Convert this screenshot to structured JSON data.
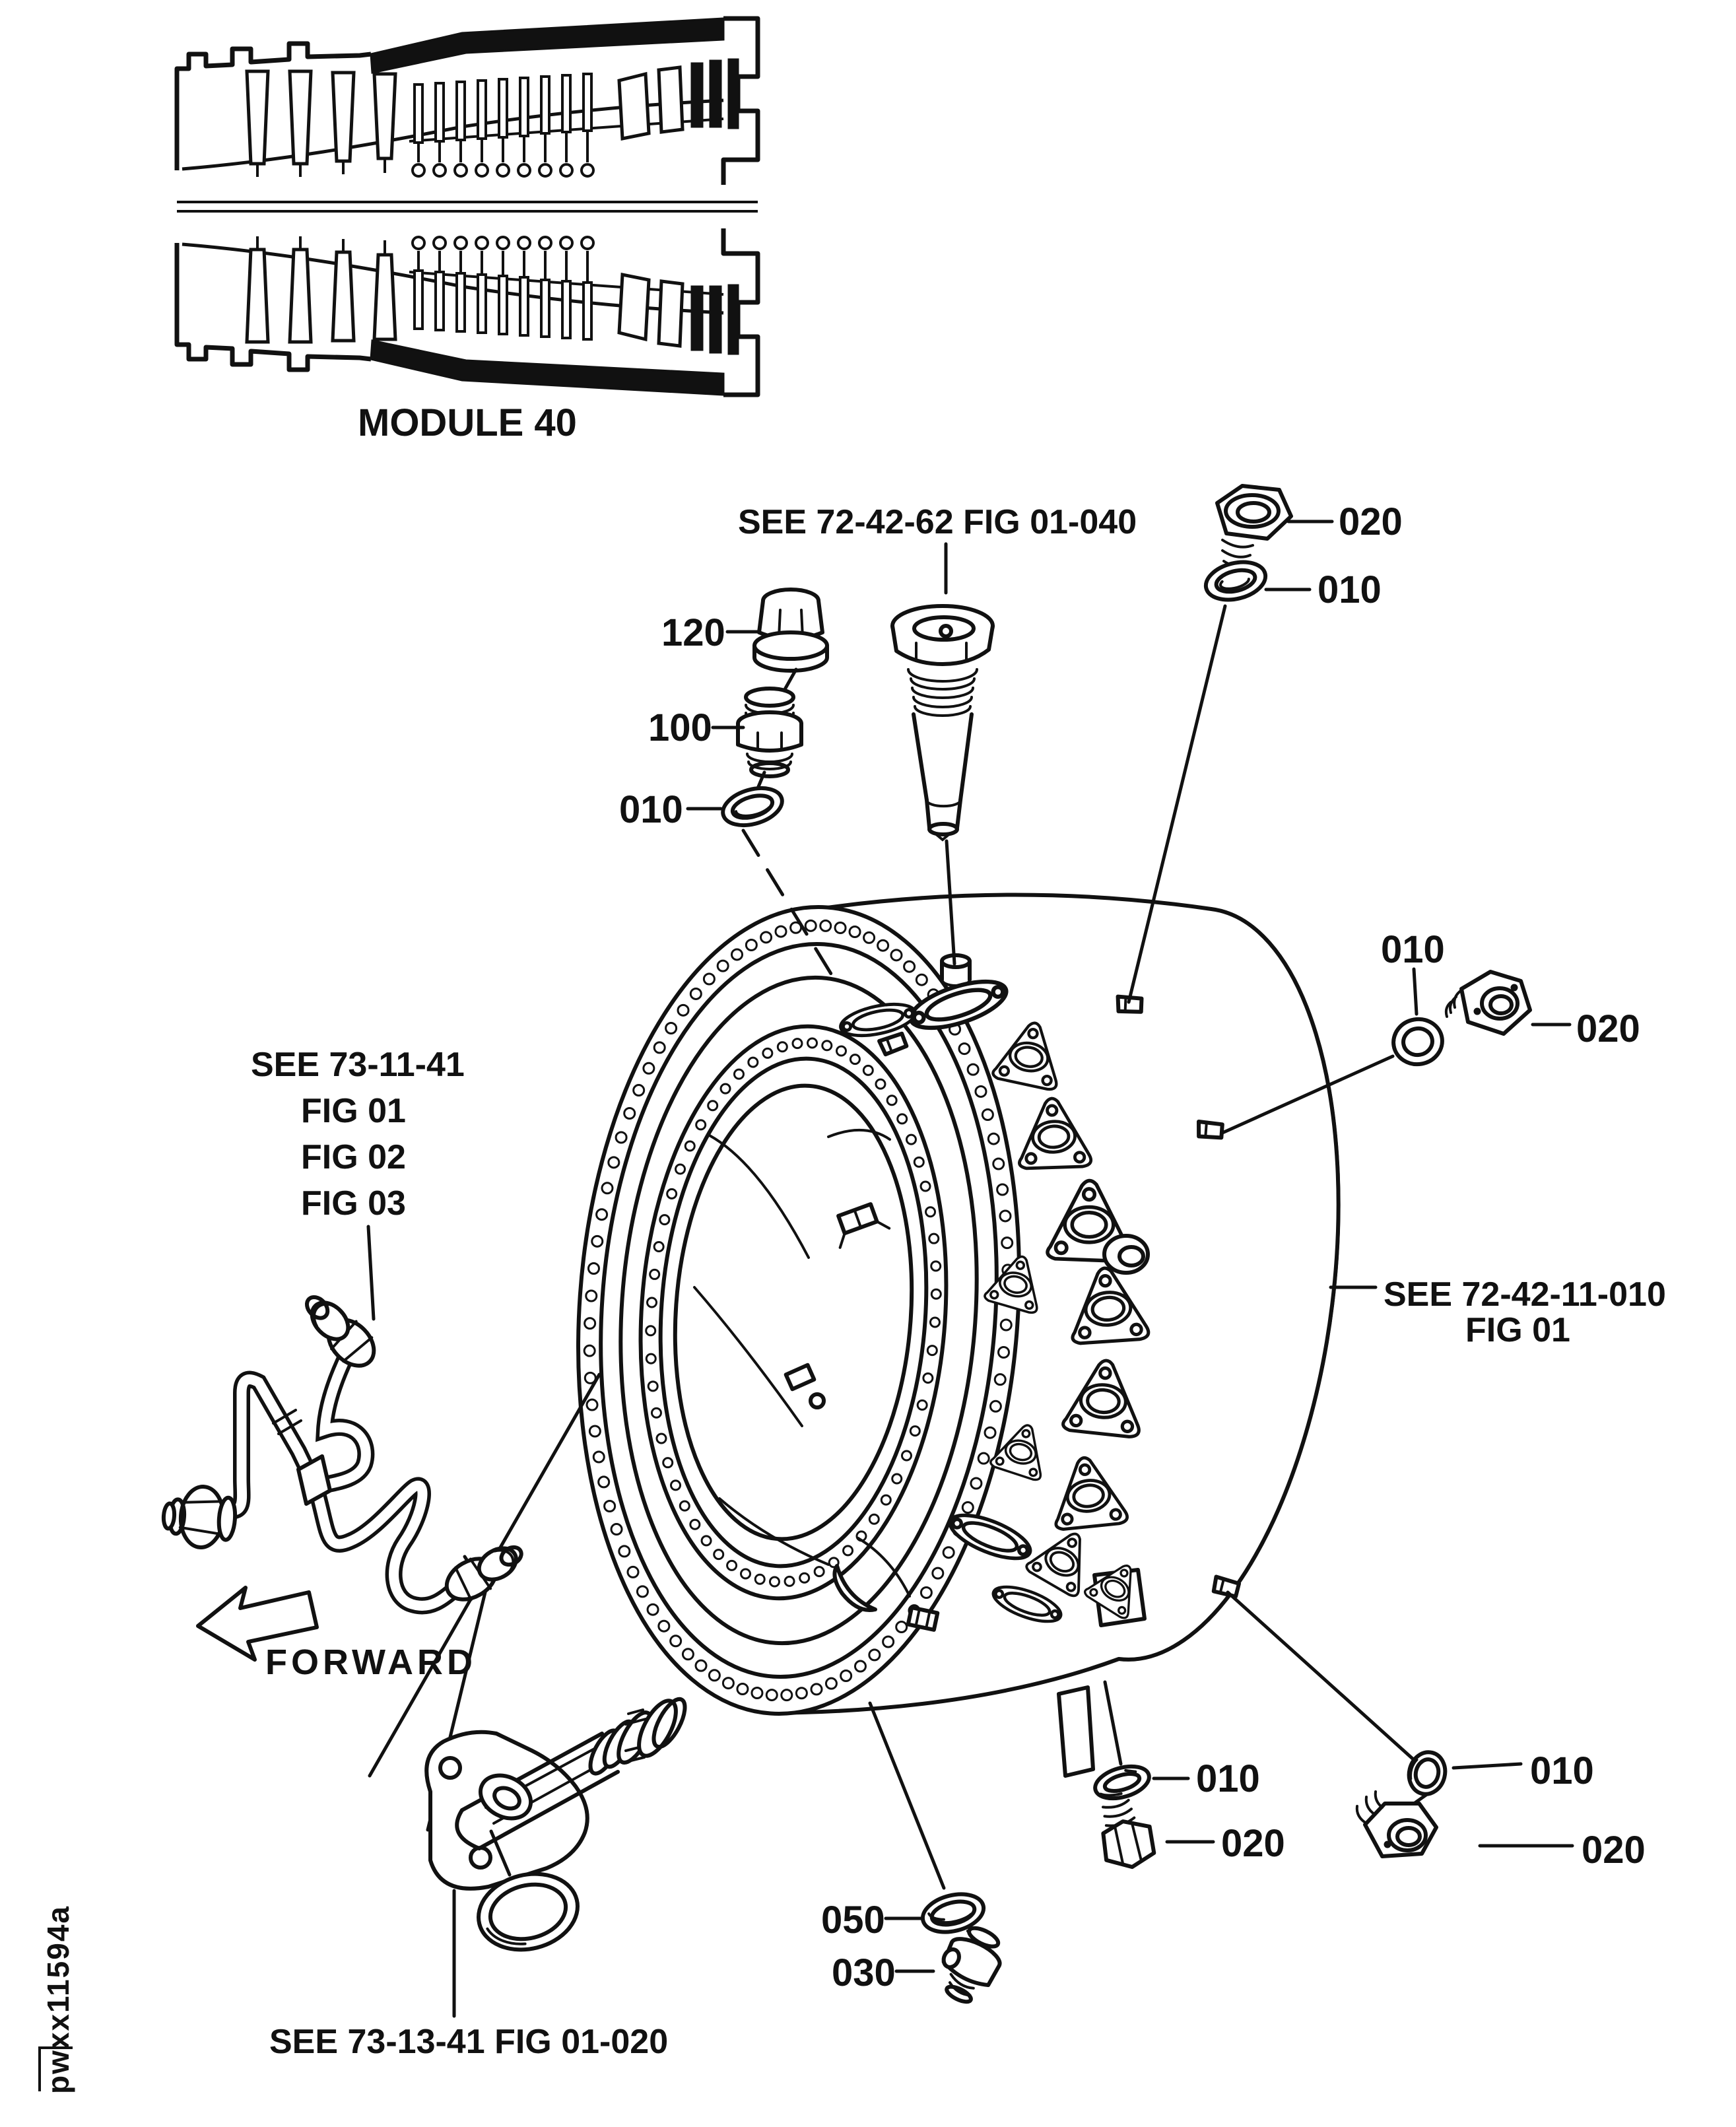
{
  "figure": {
    "module_label": "MODULE 40",
    "forward_label": "FORWARD",
    "plate_code": "pwxx11594a"
  },
  "references": {
    "top": "SEE 72-42-62 FIG 01-040",
    "left_line1": "SEE 73-11-41",
    "left_line2": "FIG 01",
    "left_line3": "FIG 02",
    "left_line4": "FIG 03",
    "right_line1": "SEE 72-42-11-010",
    "right_line2": "FIG 01",
    "bottom": "SEE 73-13-41 FIG 01-020"
  },
  "parts": {
    "top_right_plug": "020",
    "top_right_washer": "010",
    "left_cap": "120",
    "left_union": "100",
    "left_seal": "010",
    "mid_right_washer": "010",
    "mid_right_plug": "020",
    "bottom_center_seal": "050",
    "bottom_center_union": "030",
    "bottom_right_inner_washer": "010",
    "bottom_right_inner_bolt": "020",
    "bottom_right_outer_washer": "010",
    "bottom_right_outer_plug": "020"
  }
}
